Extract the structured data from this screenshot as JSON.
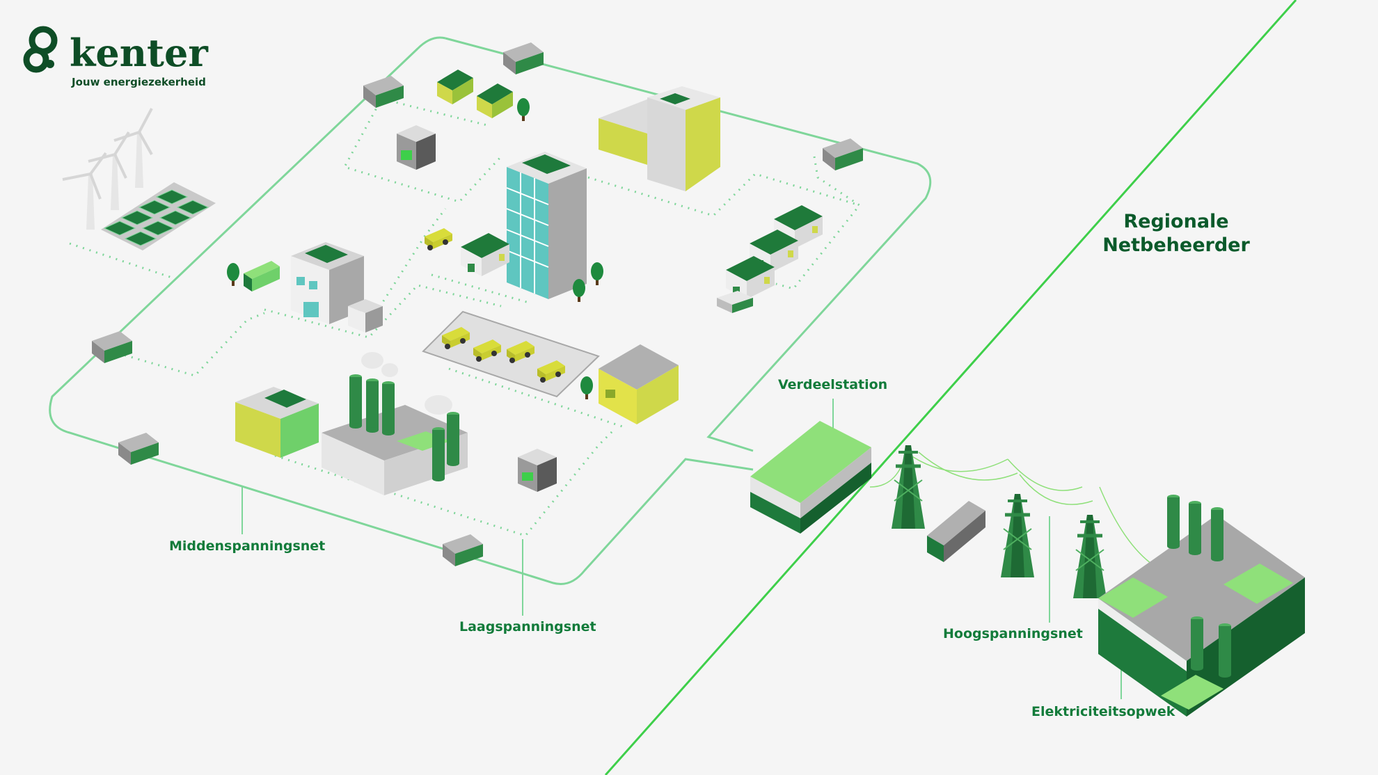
{
  "brand": {
    "name": "kenter",
    "tagline": "Jouw energiezekerheid",
    "color": "#0e4d26"
  },
  "region": {
    "line1": "Regionale",
    "line2": "Netbeheerder"
  },
  "labels": {
    "verdeelstation": "Verdeelstation",
    "middenspanningsnet": "Middenspanningsnet",
    "laagspanningsnet": "Laagspanningsnet",
    "hoogspanningsnet": "Hoogspanningsnet",
    "elektriciteitsopwek": "Elektriciteitsopwek"
  },
  "colors": {
    "background": "#f5f5f5",
    "grid_line": "#7fd69a",
    "region_divider": "#3ecf4a",
    "label_text": "#127b3a",
    "dark_green": "#1e7a3c",
    "mid_green": "#2f9a4d",
    "light_green": "#8fe07a",
    "lime": "#cfd84a",
    "grey": "#9a9a9a"
  }
}
